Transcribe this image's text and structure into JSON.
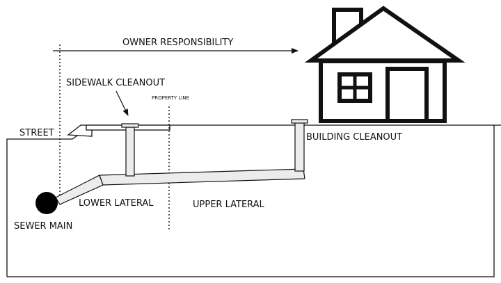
{
  "labels": {
    "owner_responsibility": "OWNER RESPONSIBILITY",
    "sidewalk_cleanout": "SIDEWALK CLEANOUT",
    "property_line": "PROPERTY LINE",
    "street": "STREET",
    "building_cleanout": "BUILDING CLEANOUT",
    "lower_lateral": "LOWER LATERAL",
    "upper_lateral": "UPPER LATERAL",
    "sewer_main": "SEWER MAIN"
  },
  "colors": {
    "outline": "#111111",
    "pipe_fill": "#ececec",
    "sewer_main": "#000000",
    "background": "#ffffff"
  },
  "icons": {
    "house": "house-icon",
    "arrow": "arrow-right-icon"
  }
}
